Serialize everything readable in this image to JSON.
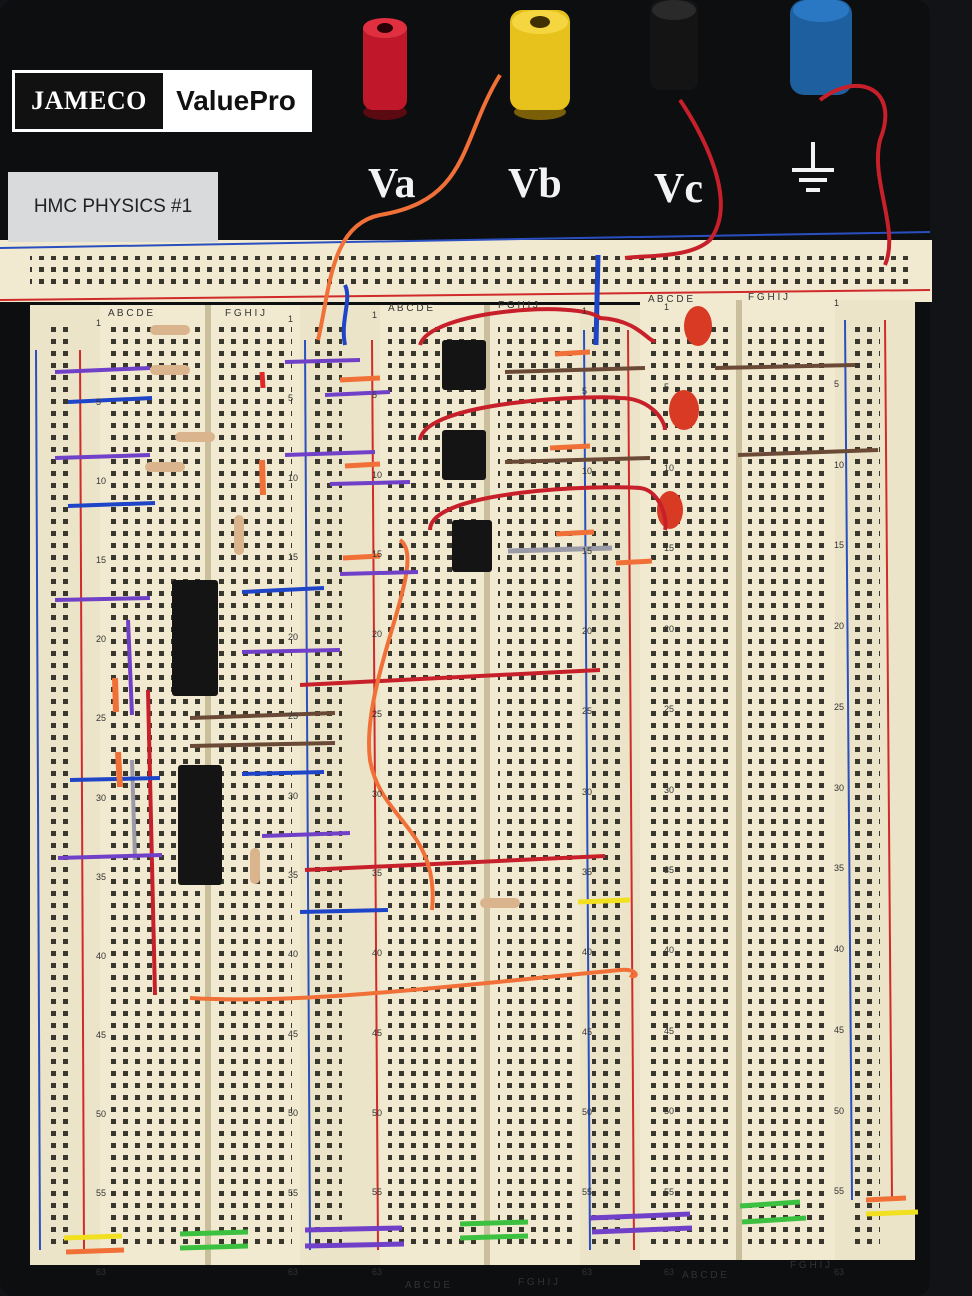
{
  "logo": {
    "brand": "JAMECO",
    "product": "ValuePro"
  },
  "label_tag": "HMC PHYSICS #1",
  "posts": [
    {
      "label": "Va",
      "color": "#c0182a"
    },
    {
      "label": "Vb",
      "color": "#e8c21c"
    },
    {
      "label": "Vc",
      "color": "#141414"
    },
    {
      "label": "",
      "symbol": "ground-icon",
      "color": "#1e5fa0"
    }
  ],
  "column_letters_left": "A B C D E",
  "column_letters_right": "F G H I J",
  "row_numbers": [
    "1",
    "5",
    "10",
    "15",
    "20",
    "25",
    "30",
    "35",
    "40",
    "45",
    "50",
    "55",
    "63"
  ],
  "colors": {
    "board": "#f1ead0",
    "rail_red": "#d02a2a",
    "rail_blue": "#2a4fc0",
    "wire_red": "#c8202a",
    "wire_orange": "#f07038",
    "wire_blue": "#1e44c8",
    "wire_purple": "#7040c8",
    "wire_brown": "#6a4a36",
    "wire_green": "#3cc040",
    "wire_yellow": "#f0e020",
    "wire_gray": "#9a9aa8"
  }
}
